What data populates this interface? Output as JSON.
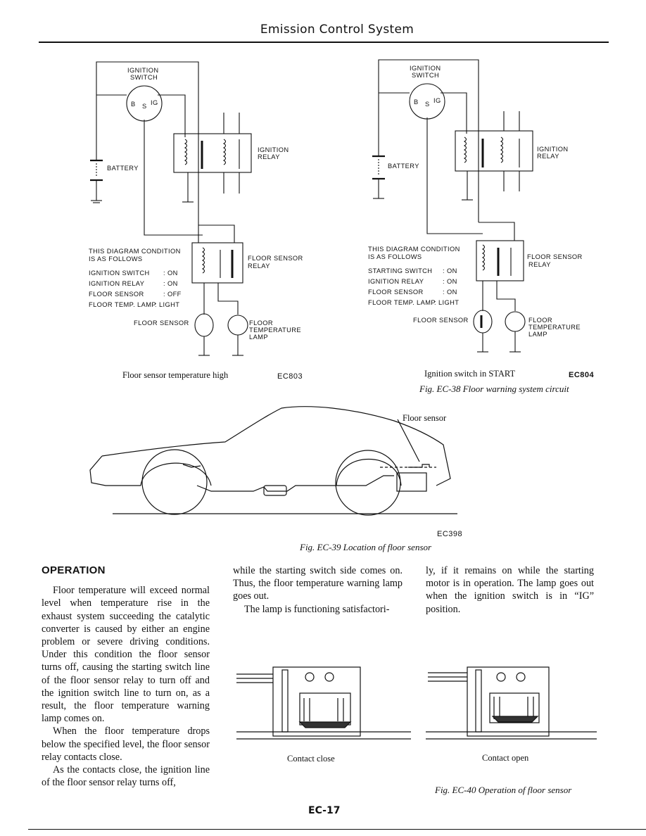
{
  "header": {
    "title": "Emission Control System"
  },
  "circuit_left": {
    "ignition_switch": [
      "IGNITION",
      "SWITCH"
    ],
    "switch_terminals": [
      "B",
      "S",
      "IG"
    ],
    "battery": "BATTERY",
    "ignition_relay": [
      "IGNITION",
      "RELAY"
    ],
    "floor_sensor_relay": [
      "FLOOR SENSOR",
      "RELAY"
    ],
    "condition_title": [
      "THIS DIAGRAM CONDITION",
      "IS AS FOLLOWS"
    ],
    "conditions": [
      {
        "label": "IGNITION SWITCH",
        "value": ": ON"
      },
      {
        "label": "IGNITION RELAY",
        "value": ": ON"
      },
      {
        "label": "FLOOR SENSOR",
        "value": ": OFF"
      },
      {
        "label": "FLOOR TEMP. LAMP",
        "value": ": LIGHT"
      }
    ],
    "floor_sensor": "FLOOR SENSOR",
    "lamp": [
      "FLOOR",
      "TEMPERATURE",
      "LAMP"
    ],
    "caption": "Floor sensor temperature high",
    "code": "EC803"
  },
  "circuit_right": {
    "ignition_switch": [
      "IGNITION",
      "SWITCH"
    ],
    "switch_terminals": [
      "B",
      "S",
      "IG"
    ],
    "battery": "BATTERY",
    "ignition_relay": [
      "IGNITION",
      "RELAY"
    ],
    "floor_sensor_relay": [
      "FLOOR SENSOR",
      "RELAY"
    ],
    "condition_title": [
      "THIS DIAGRAM CONDITION",
      "IS AS FOLLOWS"
    ],
    "conditions": [
      {
        "label": "STARTING SWITCH",
        "value": ": ON"
      },
      {
        "label": "IGNITION RELAY",
        "value": ": ON"
      },
      {
        "label": "FLOOR SENSOR",
        "value": ": ON"
      },
      {
        "label": "FLOOR TEMP. LAMP",
        "value": ": LIGHT"
      }
    ],
    "floor_sensor": "FLOOR SENSOR",
    "lamp": [
      "FLOOR",
      "TEMPERATURE",
      "LAMP"
    ],
    "caption": "Ignition switch in START",
    "code": "EC804"
  },
  "fig38": "Fig. EC-38  Floor warning system circuit",
  "car": {
    "label": "Floor sensor",
    "code": "EC398",
    "caption": "Fig. EC-39  Location of floor sensor"
  },
  "operation": {
    "heading": "OPERATION",
    "col1_p1": "Floor temperature will exceed normal level when temperature rise in the exhaust system succeeding the catalytic converter is caused by either an engine problem or severe driving conditions. Under this condition the floor sensor turns off, causing the starting switch line of the floor sensor relay to turn off and the ignition switch line to turn on, as a result, the floor temperature warning lamp comes on.",
    "col1_p2": "When the floor temperature drops below the specified level, the floor sensor relay contacts close.",
    "col1_p3": "As the contacts close, the ignition line of the floor sensor relay turns off,",
    "col2_p1": "while the starting switch side comes on. Thus, the floor temperature warning lamp goes out.",
    "col2_p2": "The lamp is functioning satisfactori-",
    "col3_p1": "ly, if it remains on while the starting motor is in operation. The lamp goes out when the ignition switch is in “IG” position."
  },
  "sensor_fig": {
    "left": "Contact close",
    "right": "Contact open",
    "caption": "Fig. EC-40  Operation of floor sensor"
  },
  "page_number": "EC-17"
}
